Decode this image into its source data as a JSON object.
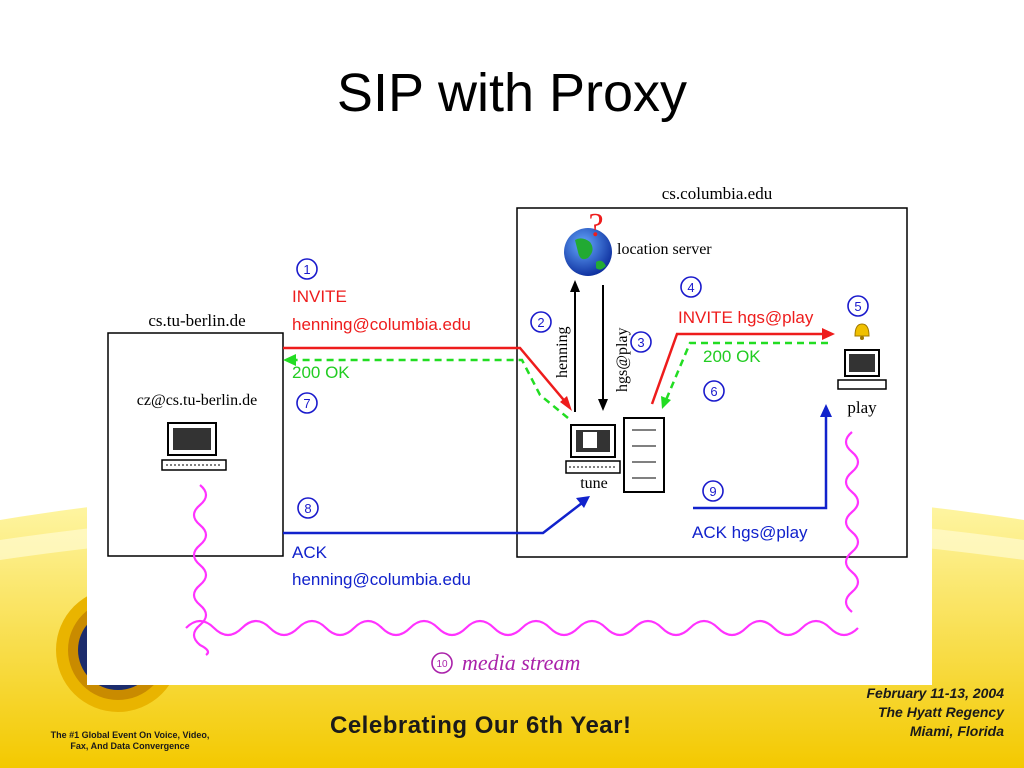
{
  "slide": {
    "title": "SIP with Proxy"
  },
  "diagram": {
    "left_domain": "cs.tu-berlin.de",
    "left_host": "cz@cs.tu-berlin.de",
    "right_domain": "cs.columbia.edu",
    "location_server": "location server",
    "tune_label": "tune",
    "play_label": "play",
    "question_mark": "?",
    "steps": [
      "1",
      "2",
      "3",
      "4",
      "5",
      "6",
      "7",
      "8",
      "9",
      "10"
    ],
    "msg_invite": "INVITE",
    "msg_invite_addr": "henning@columbia.edu",
    "msg_200ok_left": "200 OK",
    "msg_ack": "ACK",
    "msg_ack_addr": "henning@columbia.edu",
    "msg_henning": "henning",
    "msg_hgs_play": "hgs@play",
    "msg_invite_hgs": "INVITE hgs@play",
    "msg_200ok_right": "200 OK",
    "msg_ack_hgs": "ACK hgs@play",
    "media_stream": "media stream"
  },
  "colors": {
    "invite": "#ee1c1c",
    "ok": "#22dd22",
    "ack": "#1122cc",
    "media": "#ff33ff",
    "step": "#1a1acc"
  },
  "footer": {
    "left_line1": "The #1 Global Event On Voice, Video,",
    "left_line2": "Fax, And Data Convergence",
    "middle": "Celebrating Our 6th Year!",
    "right_line1": "February 11-13, 2004",
    "right_line2": "The Hyatt Regency",
    "right_line3": "Miami, Florida"
  }
}
